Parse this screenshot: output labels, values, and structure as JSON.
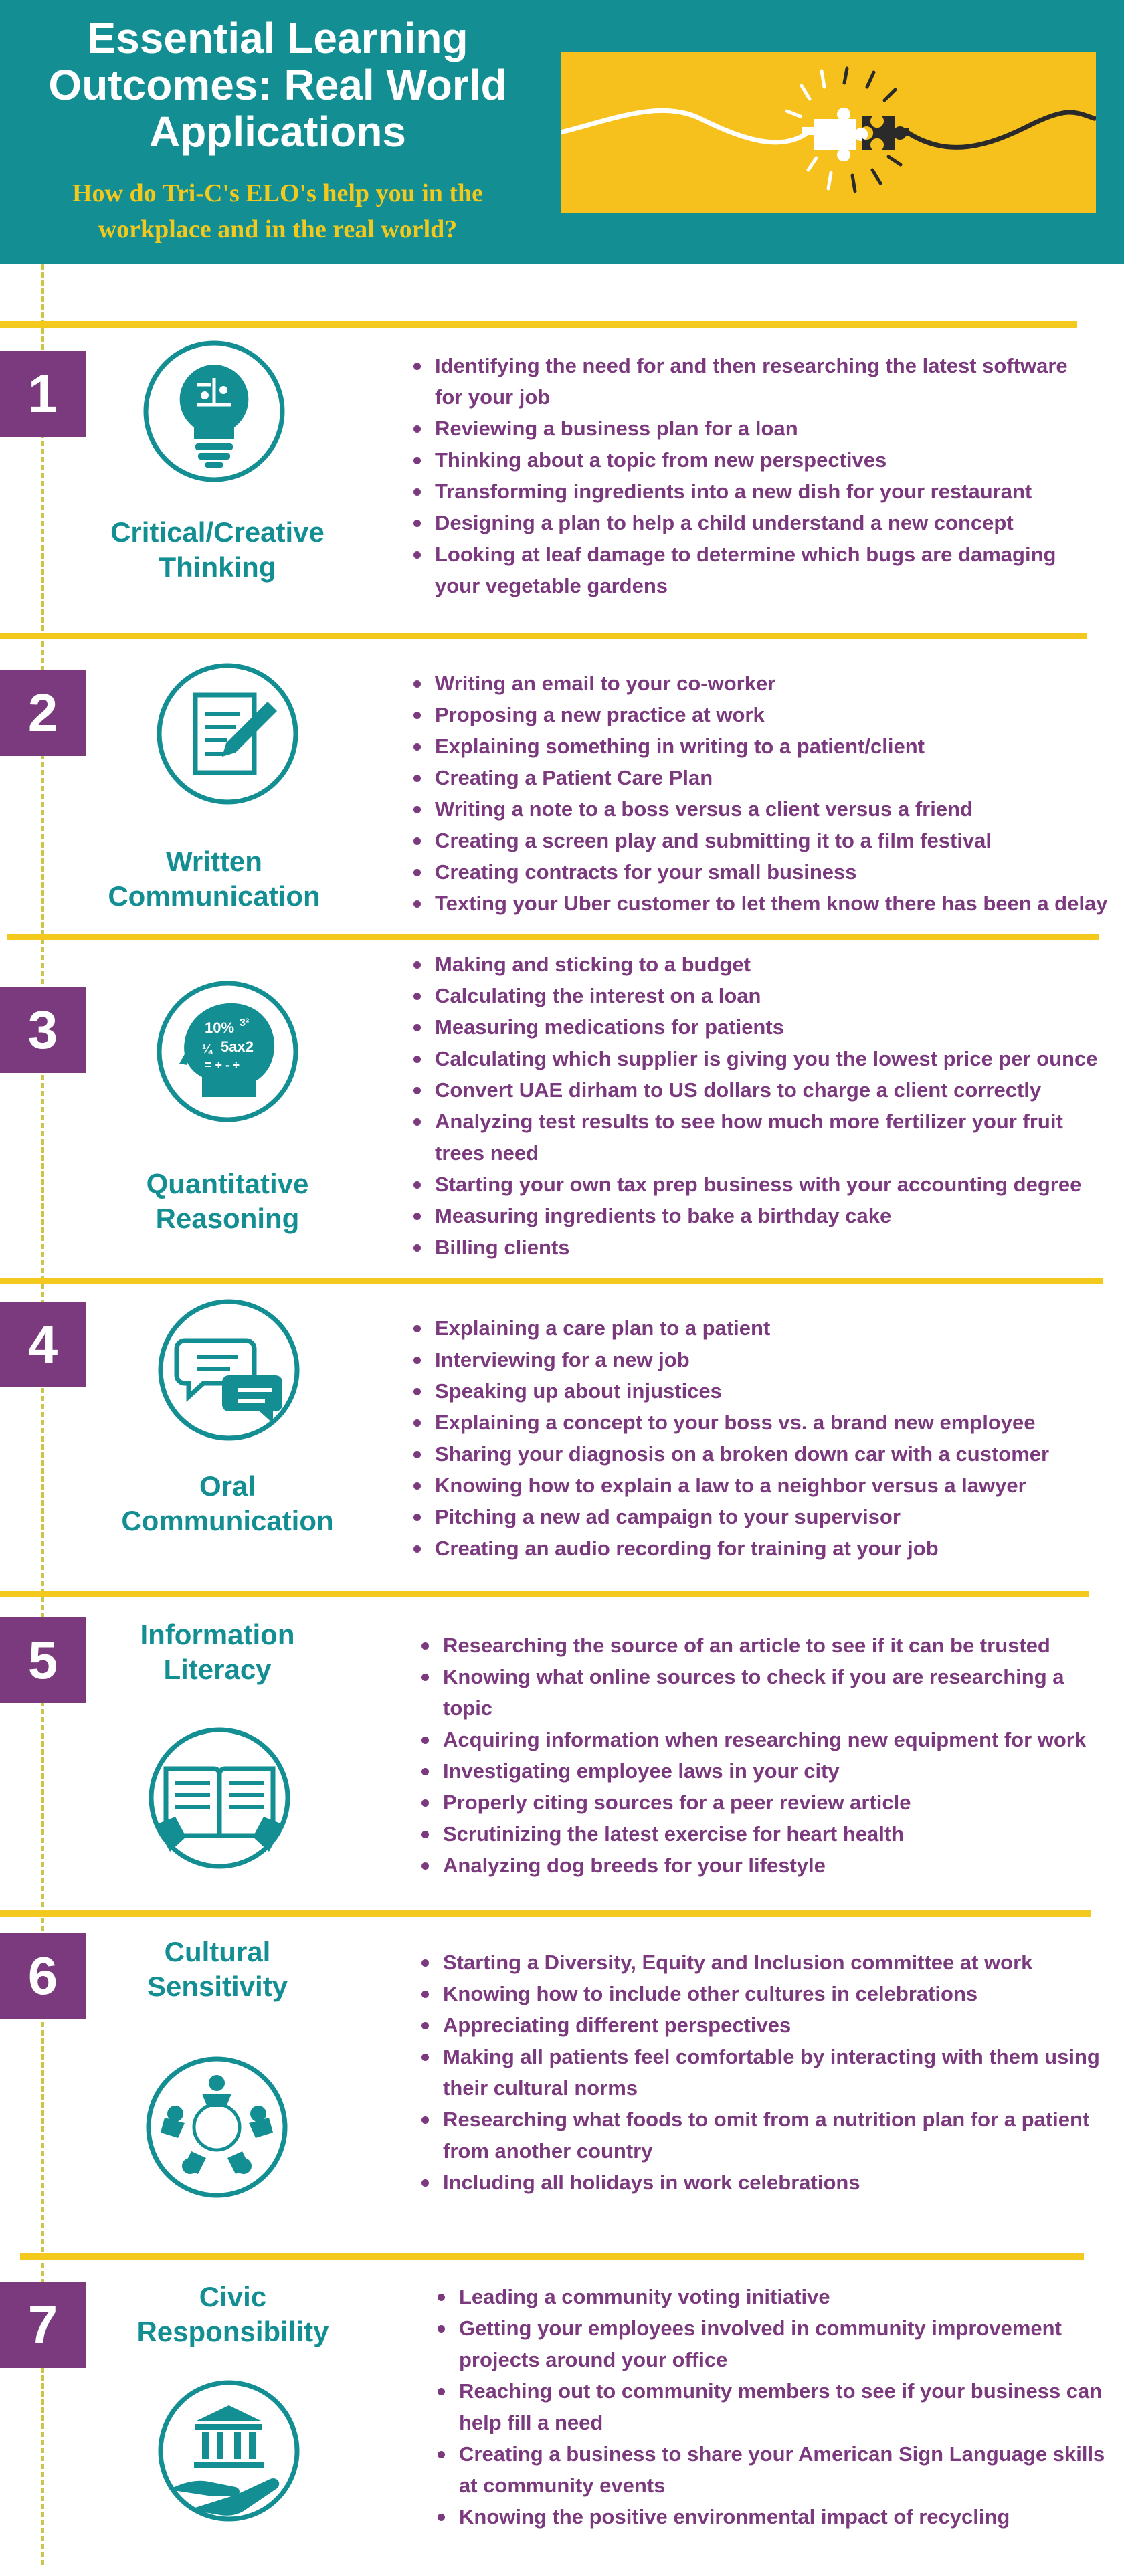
{
  "header": {
    "title": "Essential Learning Outcomes: Real World Applications",
    "subtitle": "How do Tri-C's ELO's help you in the workplace and in the real world?"
  },
  "colors": {
    "teal": "#138e93",
    "purple": "#7b3a7e",
    "gold": "#f2c91c",
    "white": "#ffffff"
  },
  "sections": [
    {
      "number": "1",
      "label": "Critical/Creative Thinking",
      "icon": "lightbulb-puzzle-icon",
      "items": [
        "Identifying the need for and then researching the latest software for your job",
        "Reviewing a business plan for a loan",
        "Thinking about a topic from new perspectives",
        "Transforming ingredients into a new dish for your restaurant",
        "Designing a plan to help a child understand a new concept",
        "Looking at leaf damage to determine which bugs are damaging your vegetable gardens"
      ]
    },
    {
      "number": "2",
      "label": "Written Communication",
      "icon": "document-pencil-icon",
      "items": [
        "Writing an email to your co-worker",
        "Proposing a new practice at work",
        "Explaining something in writing to a patient/client",
        "Creating a Patient Care Plan",
        "Writing a note to a boss versus a client versus a friend",
        "Creating a screen play and submitting it to a film festival",
        "Creating contracts for your small business",
        "Texting your Uber customer to let them know there has been a delay"
      ]
    },
    {
      "number": "3",
      "label": "Quantitative Reasoning",
      "icon": "math-head-icon",
      "icon_text": {
        "line1": "10%",
        "sup": "3²",
        "frac": "¼",
        "line2": "5ax2",
        "ops": "= + - ÷"
      },
      "items": [
        "Making and sticking to a budget",
        "Calculating the interest on a loan",
        "Measuring medications for patients",
        "Calculating which supplier is giving you the lowest price per ounce",
        "Convert UAE dirham to US dollars to charge a client correctly",
        "Analyzing test results to see how much more fertilizer your fruit trees need",
        "Starting your own tax prep business with your accounting degree",
        "Measuring ingredients to bake a birthday cake",
        "Billing clients"
      ]
    },
    {
      "number": "4",
      "label": "Oral Communication",
      "icon": "speech-bubbles-icon",
      "items": [
        "Explaining a care plan to a patient",
        "Interviewing for a new job",
        "Speaking up about injustices",
        "Explaining a concept to your boss vs. a brand new employee",
        "Sharing your diagnosis on a broken down car with a customer",
        "Knowing how to explain a law to a neighbor versus a lawyer",
        "Pitching a new ad campaign to your supervisor",
        "Creating an audio recording for training at your job"
      ]
    },
    {
      "number": "5",
      "label": "Information Literacy",
      "icon": "open-book-icon",
      "items": [
        "Researching the source of an article to see if it can be trusted",
        "Knowing what online sources to check if you are researching a topic",
        "Acquiring information when researching new equipment for work",
        "Investigating employee laws in your city",
        "Properly citing sources for a peer review article",
        "Scrutinizing the latest exercise for heart health",
        "Analyzing dog breeds for your lifestyle"
      ]
    },
    {
      "number": "6",
      "label": "Cultural Sensitivity",
      "icon": "people-circle-icon",
      "items": [
        "Starting a Diversity, Equity and Inclusion committee at work",
        "Knowing how to include other cultures in celebrations",
        "Appreciating different perspectives",
        "Making all patients feel comfortable by interacting with them using their cultural norms",
        "Researching what foods to omit from a nutrition plan for a patient from another country",
        "Including all holidays in work celebrations"
      ]
    },
    {
      "number": "7",
      "label": "Civic Responsibility",
      "icon": "hand-government-building-icon",
      "items": [
        "Leading a community voting initiative",
        "Getting your employees involved in community improvement projects around your office",
        "Reaching out to community members to see if your business can help fill a need",
        "Creating a business to share your American Sign Language skills at community events",
        "Knowing the positive environmental impact of recycling"
      ]
    }
  ]
}
